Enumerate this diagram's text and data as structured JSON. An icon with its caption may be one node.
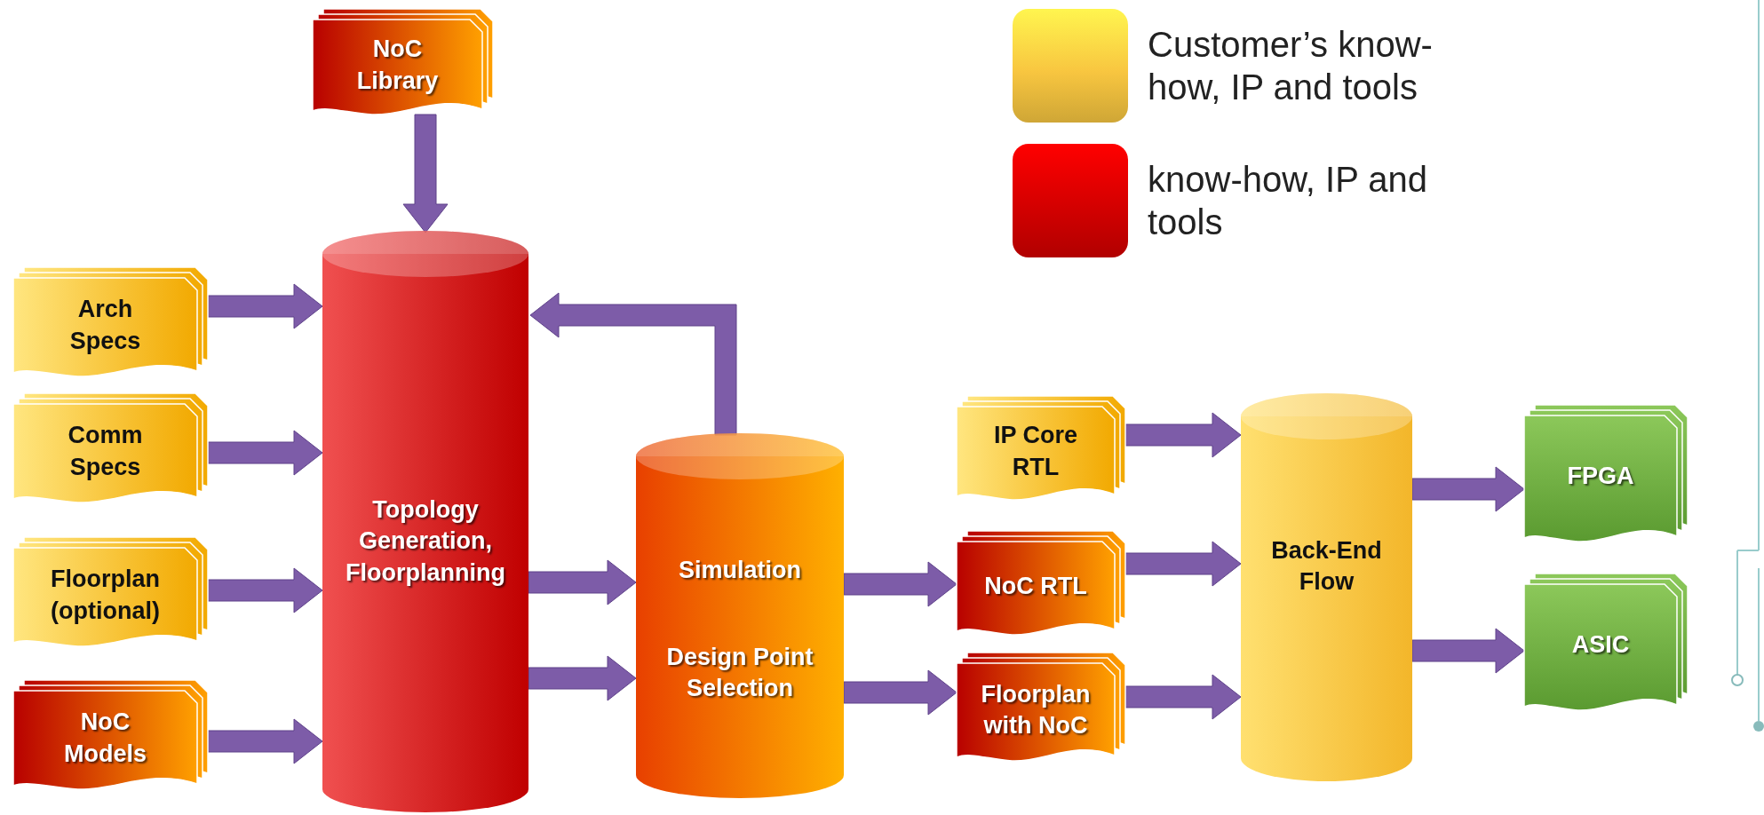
{
  "diagram": {
    "nodes": [
      {
        "text": [
          "NoC Library"
        ]
      },
      {
        "text": [
          "Arch Specs"
        ]
      },
      {
        "text": [
          "Comm Specs"
        ]
      },
      {
        "text": [
          "Floorplan (optional)"
        ]
      },
      {
        "text": [
          "NoC Models"
        ]
      },
      {
        "text": [
          "Topology Generation, Floorplanning"
        ]
      },
      {
        "text": [
          "Simulation",
          "Design Point Selection"
        ]
      },
      {
        "text": [
          "IP Core RTL"
        ]
      },
      {
        "text": [
          "NoC RTL"
        ]
      },
      {
        "text": [
          "Floorplan with NoC"
        ]
      },
      {
        "text": [
          "Back-End Flow"
        ]
      },
      {
        "text": [
          "FPGA"
        ]
      },
      {
        "text": [
          "ASIC"
        ]
      }
    ],
    "edges": [
      {
        "from": 0,
        "to": 5,
        "arrow": "to"
      },
      {
        "from": 1,
        "to": 5,
        "arrow": "to"
      },
      {
        "from": 2,
        "to": 5,
        "arrow": "to"
      },
      {
        "from": 3,
        "to": 5,
        "arrow": "to"
      },
      {
        "from": 4,
        "to": 5,
        "arrow": "to"
      },
      {
        "from": 5,
        "to": 6,
        "arrow": "to"
      },
      {
        "from": 5,
        "to": 6,
        "arrow": "to"
      },
      {
        "from": 6,
        "to": 5,
        "arrow": "to"
      },
      {
        "from": 6,
        "to": 8,
        "arrow": "to"
      },
      {
        "from": 6,
        "to": 9,
        "arrow": "to"
      },
      {
        "from": 7,
        "to": 10,
        "arrow": "to"
      },
      {
        "from": 8,
        "to": 10,
        "arrow": "to"
      },
      {
        "from": 9,
        "to": 10,
        "arrow": "to"
      },
      {
        "from": 10,
        "to": 11,
        "arrow": "to"
      },
      {
        "from": 10,
        "to": 12,
        "arrow": "to"
      }
    ],
    "legend": [
      {
        "text": "Customer’s know-how, IP and tools",
        "color": "#f8c640"
      },
      {
        "text": "know-how, IP and tools",
        "color": "#d40000"
      }
    ]
  }
}
